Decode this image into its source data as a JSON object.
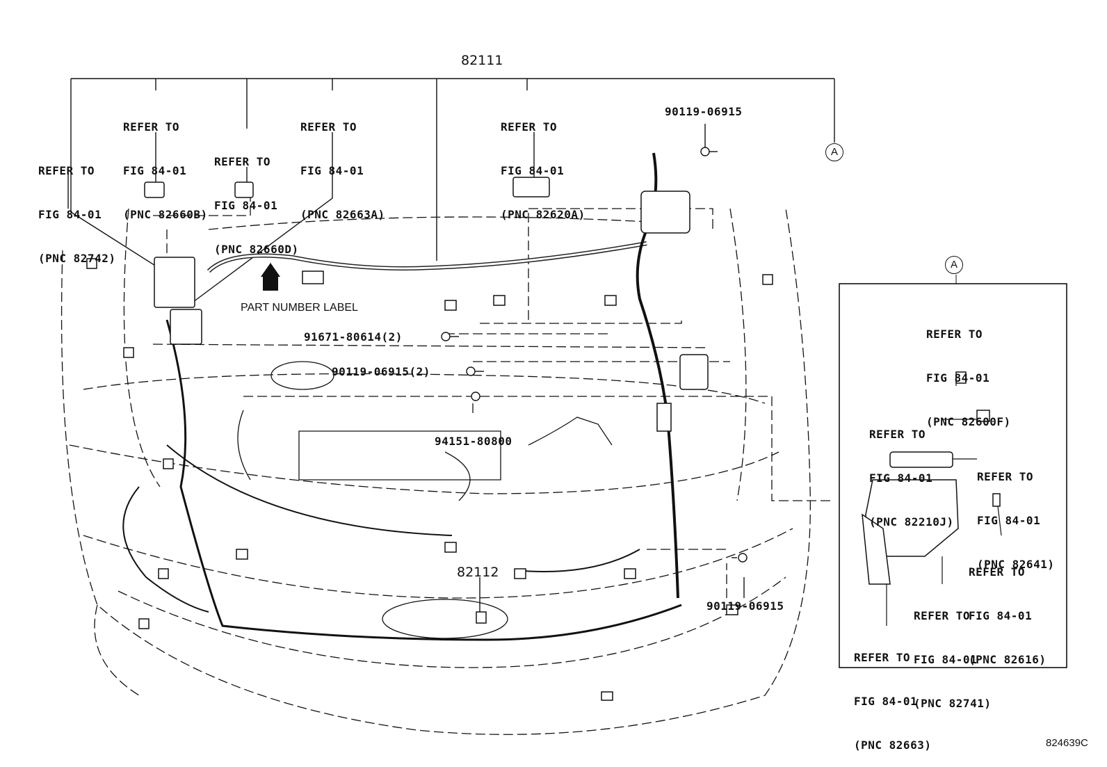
{
  "main_part": "82111",
  "sub_part": "82112",
  "diagram_code": "824639C",
  "part_number_label": "PART NUMBER LABEL",
  "callout_a": "A",
  "refs": [
    {
      "line1": "REFER TO",
      "line2": "FIG 84-01",
      "line3": "(PNC 82742)"
    },
    {
      "line1": "REFER TO",
      "line2": "FIG 84-01",
      "line3": "(PNC 82660B)"
    },
    {
      "line1": "REFER TO",
      "line2": "FIG 84-01",
      "line3": "(PNC 82660D)"
    },
    {
      "line1": "REFER TO",
      "line2": "FIG 84-01",
      "line3": "(PNC 82663A)"
    },
    {
      "line1": "REFER TO",
      "line2": "FIG 84-01",
      "line3": "(PNC 82620A)"
    }
  ],
  "inset_refs": [
    {
      "line1": "REFER TO",
      "line2": "FIG 84-01",
      "line3": "(PNC 82600F)"
    },
    {
      "line1": "REFER TO",
      "line2": "FIG 84-01",
      "line3": "(PNC 82210J)"
    },
    {
      "line1": "REFER TO",
      "line2": "FIG 84-01",
      "line3": "(PNC 82641)"
    },
    {
      "line1": "REFER TO",
      "line2": "FIG 84-01",
      "line3": "(PNC 82616)"
    },
    {
      "line1": "REFER TO",
      "line2": "FIG 84-01",
      "line3": "(PNC 82741)"
    },
    {
      "line1": "REFER TO",
      "line2": "FIG 84-01",
      "line3": "(PNC 82663)"
    }
  ],
  "fasteners": {
    "top_right": "90119-06915",
    "f1": "91671-80614(2)",
    "f2": "90119-06915(2)",
    "f3": "94151-80800",
    "bottom_right": "90119-06915"
  }
}
